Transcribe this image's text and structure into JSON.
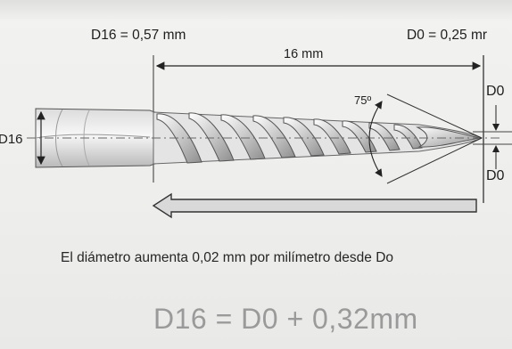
{
  "labels": {
    "d16_value": "D16 = 0,57 mm",
    "length": "16 mm",
    "d0_value": "D0 = 0,25 mr",
    "angle": "75º",
    "d0_top": "D0",
    "d0_bottom": "D0",
    "d16_side": "D16"
  },
  "caption": "El diámetro aumenta 0,02 mm por milímetro desde Do",
  "formula": "D16 = D0 + 0,32mm",
  "colors": {
    "paper": "#eeeeec",
    "ink": "#1e1e1e",
    "formula": "#9a9a9a",
    "arrow_fill": "#d9d9d9"
  }
}
